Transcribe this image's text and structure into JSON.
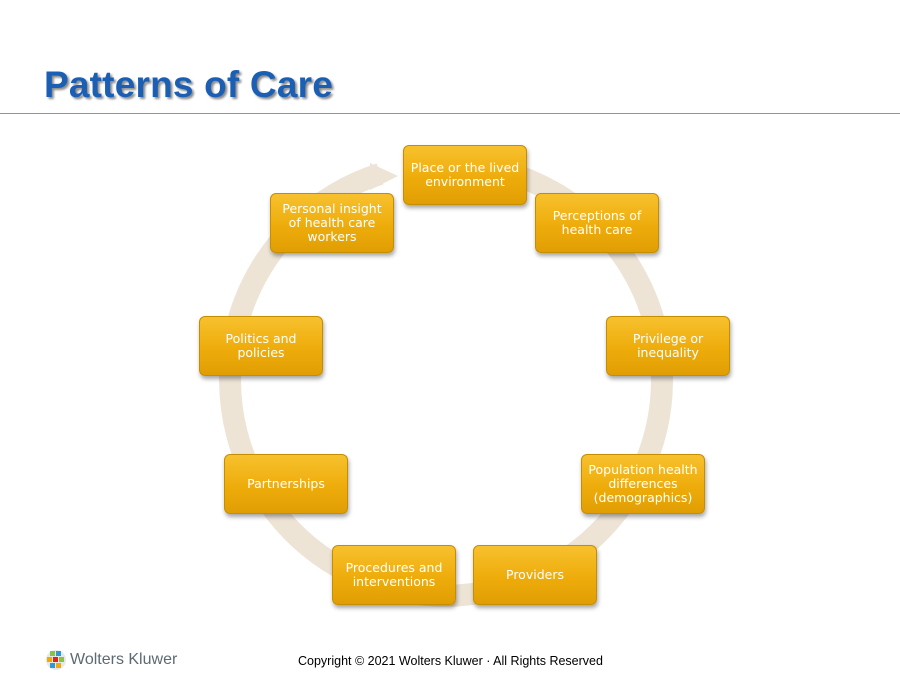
{
  "title": "Patterns of Care",
  "cycle": {
    "nodes": [
      "Place or the lived environment",
      "Perceptions of health care",
      "Privilege or inequality",
      "Population health differences (demographics)",
      "Providers",
      "Procedures and interventions",
      "Partnerships",
      "Politics and policies",
      "Personal insight of health care workers"
    ]
  },
  "footer": {
    "logo_text": "Wolters Kluwer",
    "copyright": "Copyright © 2021 Wolters Kluwer · All Rights Reserved"
  },
  "colors": {
    "title": "#1a5fb4",
    "rule": "#6f9bd0",
    "node_fill": "#eeac0b",
    "node_border": "#c58d00",
    "cycle_arrow": "#ede4d6"
  }
}
